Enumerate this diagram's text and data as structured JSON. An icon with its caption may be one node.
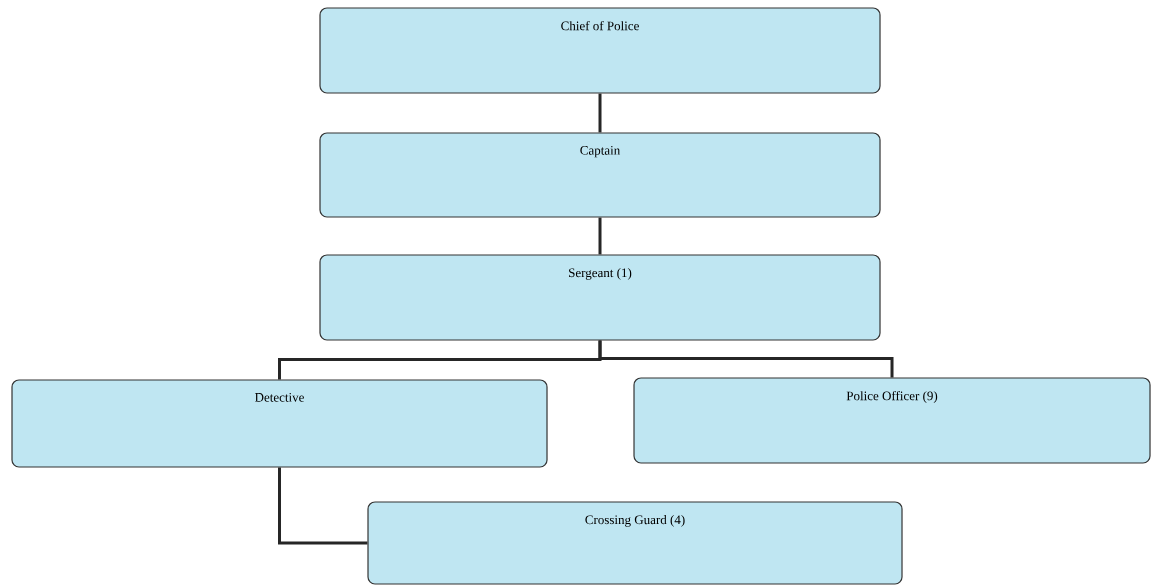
{
  "diagram": {
    "nodes": [
      {
        "text": [
          "Chief of Police"
        ]
      },
      {
        "text": [
          "Captain"
        ]
      },
      {
        "text": [
          "Sergeant (1)"
        ]
      },
      {
        "text": [
          "Detective"
        ]
      },
      {
        "text": [
          "Police Officer (9)"
        ]
      },
      {
        "text": [
          "Crossing Guard (4)"
        ]
      }
    ],
    "edges": [
      {
        "from": 0,
        "to": 1,
        "arrow": "none"
      },
      {
        "from": 1,
        "to": 2,
        "arrow": "none"
      },
      {
        "from": 2,
        "to": 3,
        "arrow": "none"
      },
      {
        "from": 2,
        "to": 4,
        "arrow": "none"
      },
      {
        "from": 3,
        "to": 5,
        "arrow": "none"
      }
    ]
  }
}
